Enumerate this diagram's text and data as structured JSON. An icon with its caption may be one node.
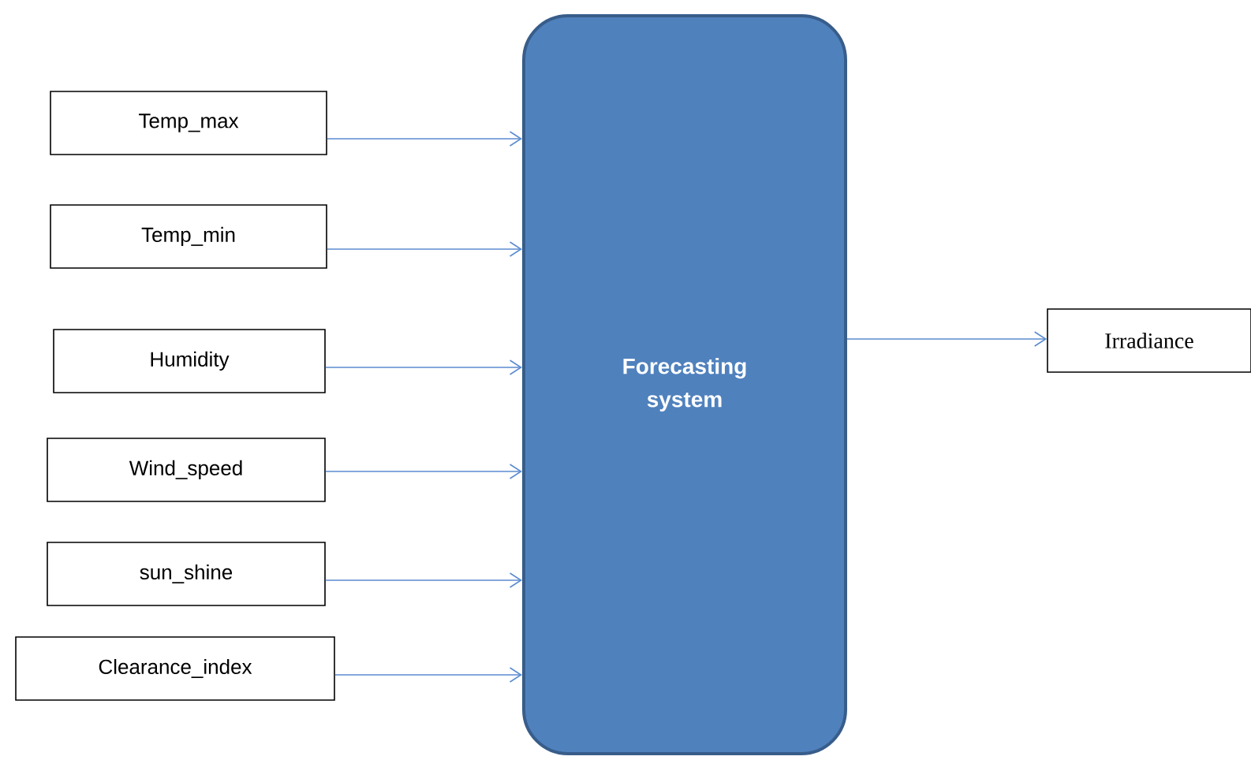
{
  "diagram": {
    "nodes": [
      {
        "text": [
          "Temp_max"
        ]
      },
      {
        "text": [
          "Temp_min"
        ]
      },
      {
        "text": [
          "Humidity"
        ]
      },
      {
        "text": [
          "Wind_speed"
        ]
      },
      {
        "text": [
          "sun_shine"
        ]
      },
      {
        "text": [
          "Clearance_index"
        ]
      },
      {
        "text": [
          "Forecasting system"
        ]
      },
      {
        "text": [
          "Irradiance"
        ]
      }
    ],
    "edges": [
      {
        "from": 0,
        "to": 6,
        "arrow": "to"
      },
      {
        "from": 1,
        "to": 6,
        "arrow": "to"
      },
      {
        "from": 2,
        "to": 6,
        "arrow": "to"
      },
      {
        "from": 3,
        "to": 6,
        "arrow": "to"
      },
      {
        "from": 4,
        "to": 6,
        "arrow": "to"
      },
      {
        "from": 5,
        "to": 6,
        "arrow": "to"
      },
      {
        "from": 6,
        "to": 7,
        "arrow": "to"
      }
    ]
  }
}
